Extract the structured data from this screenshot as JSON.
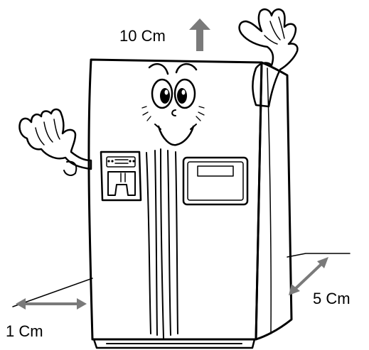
{
  "labels": {
    "top_clearance": "10 Cm",
    "side_clearance": "1 Cm",
    "back_clearance": "5 Cm"
  },
  "colors": {
    "arrow": "#7a7a7a",
    "ink": "#000000",
    "background": "#ffffff"
  },
  "icons": [
    "refrigerator-character",
    "waving-hand-left",
    "waving-hand-right",
    "up-arrow",
    "double-arrow"
  ]
}
